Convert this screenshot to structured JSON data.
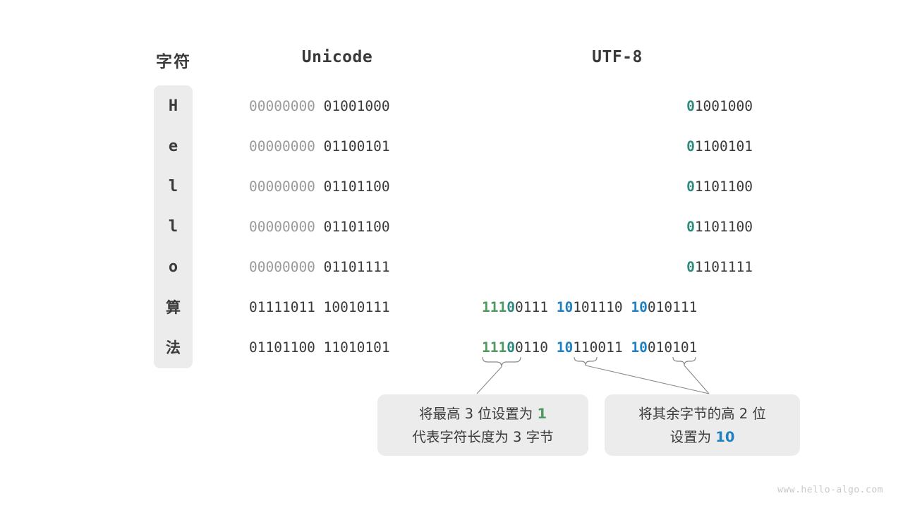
{
  "headers": {
    "character": "字符",
    "unicode": "Unicode",
    "utf8": "UTF-8"
  },
  "colors": {
    "green": "#4e9a5f",
    "blue": "#1f80c2",
    "teal": "#2d8a7e",
    "dark": "#3a3a3a",
    "dim": "#9a9a9a",
    "panel": "#ececec",
    "background": "#ffffff",
    "watermark": "#c9c9c9"
  },
  "rows": [
    {
      "char": "H",
      "cjk": false,
      "unicode_high": "00000000",
      "unicode_low": "01001000",
      "utf8_lead": "0",
      "utf8_rest": "1001000",
      "utf8_multibyte": false
    },
    {
      "char": "e",
      "cjk": false,
      "unicode_high": "00000000",
      "unicode_low": "01100101",
      "utf8_lead": "0",
      "utf8_rest": "1100101",
      "utf8_multibyte": false
    },
    {
      "char": "l",
      "cjk": false,
      "unicode_high": "00000000",
      "unicode_low": "01101100",
      "utf8_lead": "0",
      "utf8_rest": "1101100",
      "utf8_multibyte": false
    },
    {
      "char": "l",
      "cjk": false,
      "unicode_high": "00000000",
      "unicode_low": "01101100",
      "utf8_lead": "0",
      "utf8_rest": "1101100",
      "utf8_multibyte": false
    },
    {
      "char": "o",
      "cjk": false,
      "unicode_high": "00000000",
      "unicode_low": "01101111",
      "utf8_lead": "0",
      "utf8_rest": "1101111",
      "utf8_multibyte": false
    },
    {
      "char": "算",
      "cjk": true,
      "unicode_high": "01111011",
      "unicode_low": "10010111",
      "utf8_multibyte": true,
      "utf8_b1_green": "111",
      "utf8_b1_teal": "0",
      "utf8_b1_rest": "0111",
      "utf8_b2_blue": "10",
      "utf8_b2_rest": "101110",
      "utf8_b3_blue": "10",
      "utf8_b3_rest": "010111"
    },
    {
      "char": "法",
      "cjk": true,
      "unicode_high": "01101100",
      "unicode_low": "11010101",
      "utf8_multibyte": true,
      "utf8_b1_green": "111",
      "utf8_b1_teal": "0",
      "utf8_b1_rest": "0110",
      "utf8_b2_blue": "10",
      "utf8_b2_rest": "110011",
      "utf8_b3_blue": "10",
      "utf8_b3_rest": "010101"
    }
  ],
  "callouts": {
    "left": {
      "line1_pre": "将最高 ",
      "line1_num": "3",
      "line1_mid": " 位设置为 ",
      "line1_hl": "1",
      "line2": "代表字符长度为 3 字节"
    },
    "right": {
      "line1": "将其余字节的高 2 位",
      "line2_pre": "设置为 ",
      "line2_hl": "10"
    }
  },
  "watermark": "www.hello-algo.com"
}
